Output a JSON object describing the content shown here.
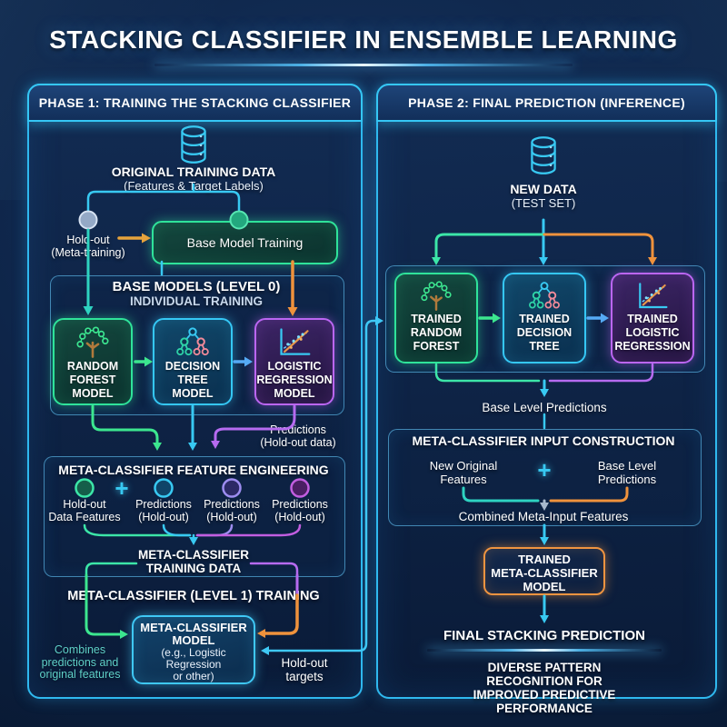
{
  "title": "STACKING CLASSIFIER IN ENSEMBLE LEARNING",
  "colors": {
    "panel_border": "#2fb9ef",
    "green": "#3ce68f",
    "cyan": "#38c9f2",
    "purple": "#b66bf0",
    "orange": "#ef923c",
    "pink": "#f08a9a",
    "gray_node": "#94a9c6",
    "teal_text": "#5fd0c8",
    "background": "#0e2549"
  },
  "icons": {
    "database": "database-icon",
    "random_forest": "random-forest-tree-icon",
    "decision_tree": "decision-tree-icon",
    "logistic_regression": "scatter-regression-icon",
    "plus": "plus-icon"
  },
  "phase1": {
    "header": "PHASE 1: TRAINING THE STACKING CLASSIFIER",
    "source": {
      "title": "ORIGINAL TRAINING DATA",
      "subtitle": "(Features & Target Labels)"
    },
    "holdout_label": {
      "line1": "Hold-out",
      "line2": "(Meta-training)"
    },
    "base_model_training": "Base Model Training",
    "base_models": {
      "title": "BASE MODELS (LEVEL 0)",
      "subtitle": "INDIVIDUAL TRAINING",
      "models": [
        {
          "lines": [
            "RANDOM",
            "FOREST",
            "MODEL"
          ]
        },
        {
          "lines": [
            "DECISION",
            "TREE",
            "MODEL"
          ]
        },
        {
          "lines": [
            "LOGISTIC",
            "REGRESSION",
            "MODEL"
          ]
        }
      ]
    },
    "predictions_note": {
      "line1": "Predictions",
      "line2": "(Hold-out data)"
    },
    "feature_engineering": {
      "title": "META-CLASSIFIER FEATURE ENGINEERING",
      "plus": "+",
      "inputs": [
        {
          "line1": "Hold-out",
          "line2": "Data Features"
        },
        {
          "line1": "Predictions",
          "line2": "(Hold-out)"
        },
        {
          "line1": "Predictions",
          "line2": "(Hold-out)"
        },
        {
          "line1": "Predictions",
          "line2": "(Hold-out)"
        }
      ],
      "output": {
        "line1": "META-CLASSIFIER",
        "line2": "TRAINING DATA"
      }
    },
    "level1": {
      "title": "META-CLASSIFIER (LEVEL 1) TRAINING",
      "model_box": {
        "lines": [
          "META-CLASSIFIER",
          "MODEL",
          "(e.g., Logistic",
          "Regression",
          "or other)"
        ]
      },
      "combines_note": {
        "line1": "Combines",
        "line2": "predictions and",
        "line3": "original features"
      },
      "holdout_targets": {
        "line1": "Hold-out",
        "line2": "targets"
      }
    }
  },
  "phase2": {
    "header": "PHASE 2: FINAL PREDICTION (INFERENCE)",
    "source": {
      "title": "NEW DATA",
      "subtitle": "(TEST SET)"
    },
    "trained_models": [
      {
        "lines": [
          "TRAINED",
          "RANDOM",
          "FOREST"
        ]
      },
      {
        "lines": [
          "TRAINED",
          "DECISION",
          "TREE"
        ]
      },
      {
        "lines": [
          "TRAINED",
          "LOGISTIC",
          "REGRESSION"
        ]
      }
    ],
    "base_level_predictions": "Base Level Predictions",
    "input_construction": {
      "title": "META-CLASSIFIER INPUT CONSTRUCTION",
      "left": {
        "line1": "New Original",
        "line2": "Features"
      },
      "plus": "+",
      "right": {
        "line1": "Base Level",
        "line2": "Predictions"
      },
      "combined": "Combined Meta-Input Features"
    },
    "trained_meta": {
      "lines": [
        "TRAINED",
        "META-CLASSIFIER",
        "MODEL"
      ]
    },
    "final_prediction": "FINAL STACKING PREDICTION",
    "footer": {
      "line1": "DIVERSE PATTERN RECOGNITION FOR",
      "line2": "IMPROVED PREDICTIVE PERFORMANCE"
    }
  }
}
